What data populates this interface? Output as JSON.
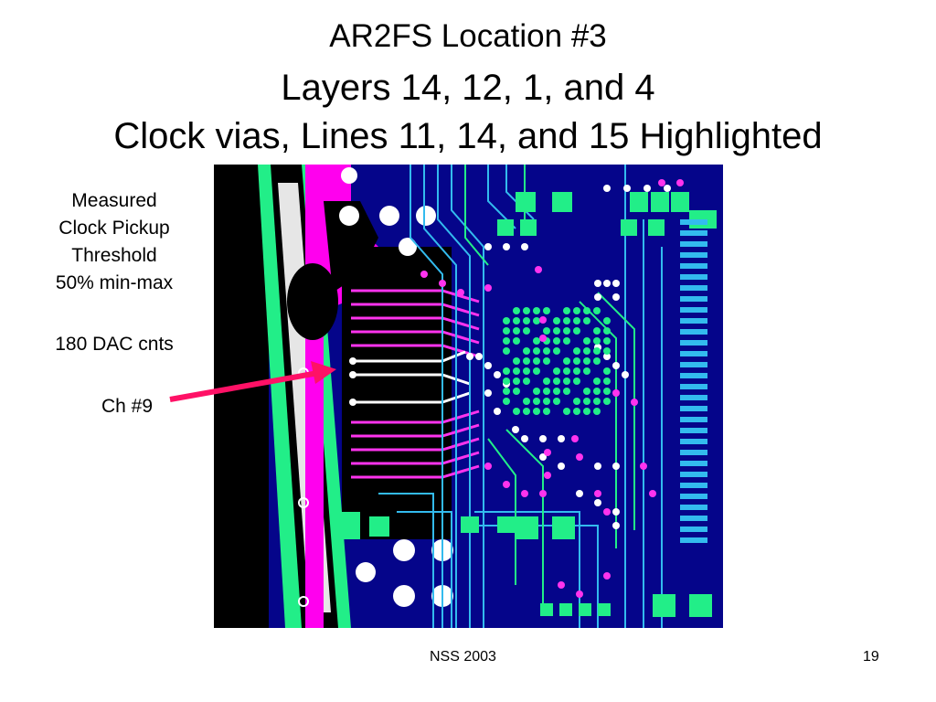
{
  "slide": {
    "title_line1": "AR2FS Location #3",
    "title_line2": "Layers 14, 12, 1, and 4",
    "title_line3": "Clock vias, Lines 11, 14, and 15 Highlighted",
    "side_lines": [
      "Measured",
      "Clock Pickup",
      "Threshold",
      "50% min-max"
    ],
    "dac_text": "180 DAC cnts",
    "channel_label": "Ch #9",
    "footer_left": "NSS 2003",
    "footer_right": "19"
  },
  "colors": {
    "board_background": "#05058a",
    "copper_green": "#22ee88",
    "trace_magenta": "#ff00ee",
    "trace_cyan": "#33bbee",
    "via_white": "#ffffff",
    "arrow": "#ff1166"
  }
}
